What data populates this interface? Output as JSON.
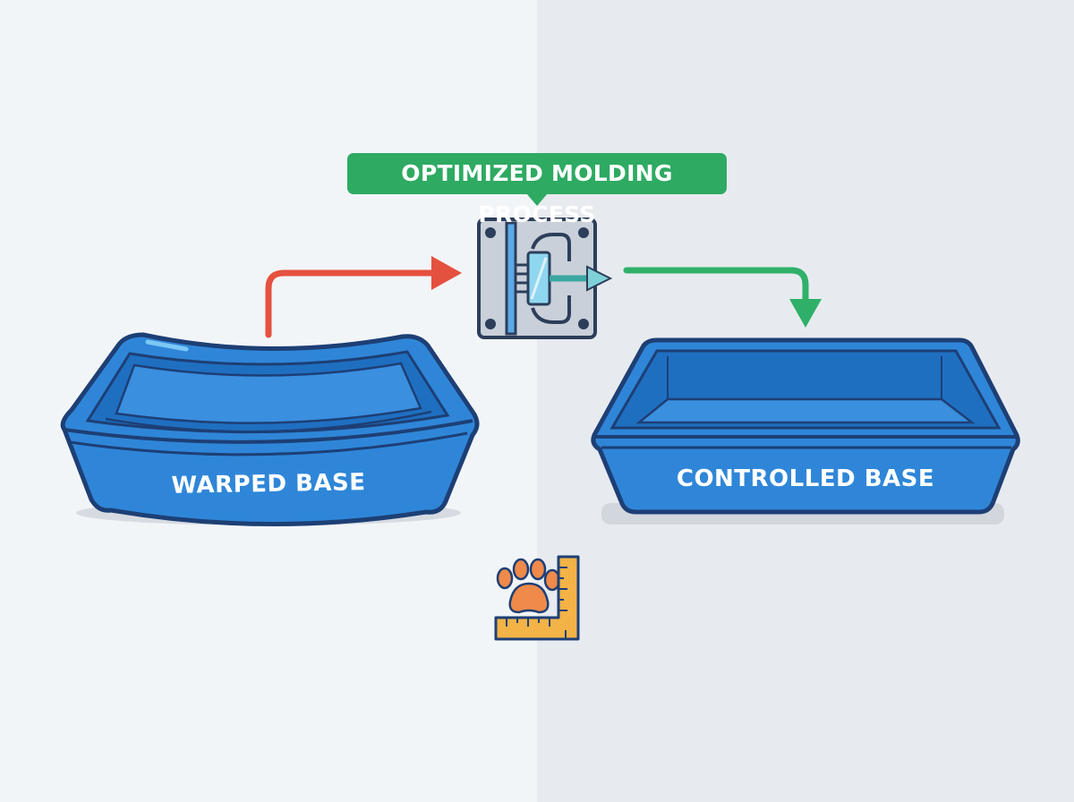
{
  "callout": {
    "text": "OPTIMIZED MOLDING PROCESS"
  },
  "trays": {
    "left_label": "WARPED BASE",
    "right_label": "CONTROLLED BASE"
  },
  "icons": {
    "mold": "injection-mold-icon",
    "paw": "paw-icon",
    "ruler": "ruler-square-icon"
  },
  "colors": {
    "left_background": "#f2f5f8",
    "right_background": "#e7ebef",
    "callout_green": "#2eaa62",
    "input_arrow_red": "#e5513f",
    "output_arrow_green": "#2fb069",
    "tray_blue": "#2f86d8",
    "tray_outline": "#1d3f75",
    "paw_orange": "#ef8a4a",
    "ruler_yellow": "#f3b347"
  }
}
